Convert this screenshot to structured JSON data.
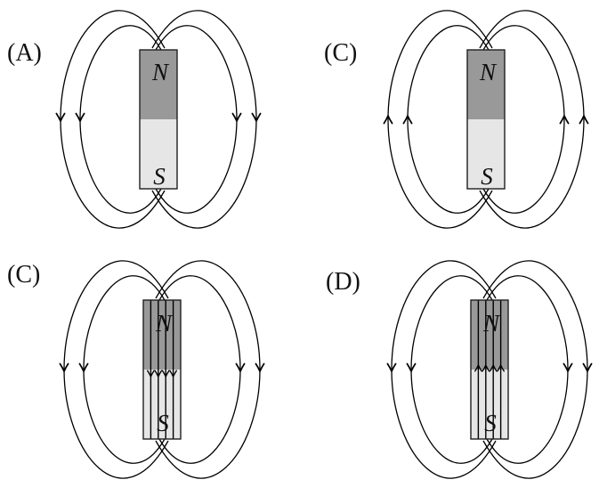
{
  "diagrams": [
    {
      "label": "(A)",
      "north_label": "N",
      "south_label": "S",
      "external_arrows": "down",
      "internal_field_lines": false,
      "internal_arrows": null
    },
    {
      "label": "(C)",
      "north_label": "N",
      "south_label": "S",
      "external_arrows": "up",
      "internal_field_lines": false,
      "internal_arrows": null
    },
    {
      "label": "(C)",
      "north_label": "N",
      "south_label": "S",
      "external_arrows": "down",
      "internal_field_lines": true,
      "internal_arrows": "down"
    },
    {
      "label": "(D)",
      "north_label": "N",
      "south_label": "S",
      "external_arrows": "down",
      "internal_field_lines": true,
      "internal_arrows": "up"
    }
  ],
  "colors": {
    "north_fill": "#999999",
    "south_fill": "#e6e6e6",
    "line": "#000000",
    "background": "#ffffff"
  }
}
